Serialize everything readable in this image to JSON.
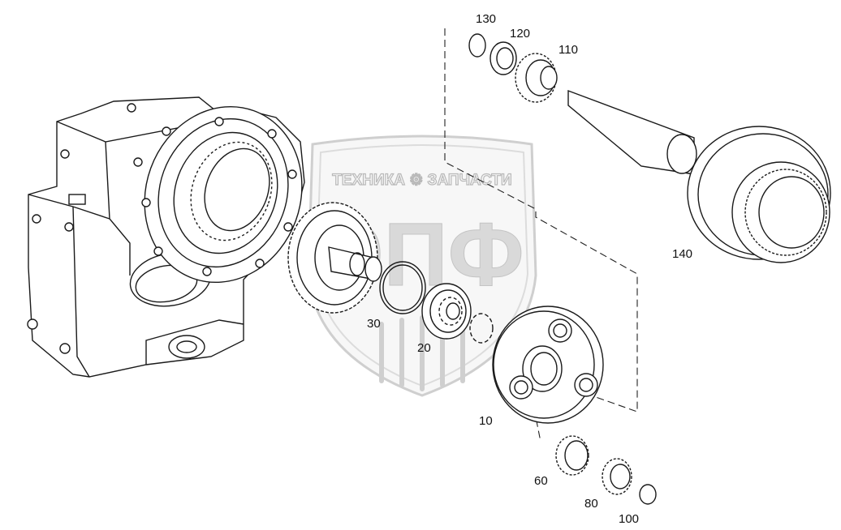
{
  "watermark": {
    "brand_text": "ТЕХНИКА ⚙ ЗАПЧАСТИ",
    "logo_letters": "ЭПФ"
  },
  "part_labels": [
    {
      "id": "10",
      "text": "10"
    },
    {
      "id": "20",
      "text": "20"
    },
    {
      "id": "30",
      "text": "30"
    },
    {
      "id": "60",
      "text": "60"
    },
    {
      "id": "80",
      "text": "80"
    },
    {
      "id": "100",
      "text": "100"
    },
    {
      "id": "110",
      "text": "110"
    },
    {
      "id": "120",
      "text": "120"
    },
    {
      "id": "130",
      "text": "130"
    },
    {
      "id": "140",
      "text": "140"
    }
  ]
}
